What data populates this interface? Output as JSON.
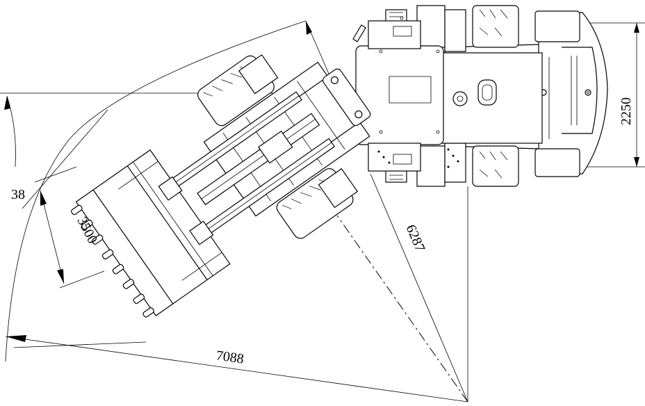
{
  "dimensions": {
    "width_2250": "2250",
    "angle_38": "38",
    "bucket_3500": "3500",
    "radius_6287": "6287",
    "radius_7088": "7088"
  },
  "colors": {
    "ink": "#000000",
    "paper": "#ffffff"
  }
}
